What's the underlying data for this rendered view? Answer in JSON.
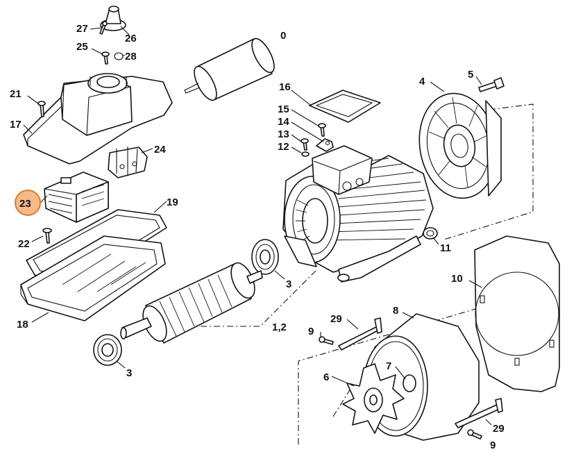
{
  "highlight_color": "#e07a2e",
  "highlighted_callout": "23",
  "callouts": {
    "c27": "27",
    "c26": "26",
    "c25": "25",
    "c28": "28",
    "c21": "21",
    "c17": "17",
    "c24": "24",
    "c23": "23",
    "c19": "19",
    "c22": "22",
    "c18": "18",
    "c0": "0",
    "c16": "16",
    "c15": "15",
    "c14": "14",
    "c13": "13",
    "c12": "12",
    "c4": "4",
    "c5": "5",
    "c11": "11",
    "c3a": "3",
    "c3b": "3",
    "c12b": "1,2",
    "c10": "10",
    "c8": "8",
    "c29a": "29",
    "c9a": "9",
    "c7": "7",
    "c6": "6",
    "c29b": "29",
    "c9b": "9"
  }
}
